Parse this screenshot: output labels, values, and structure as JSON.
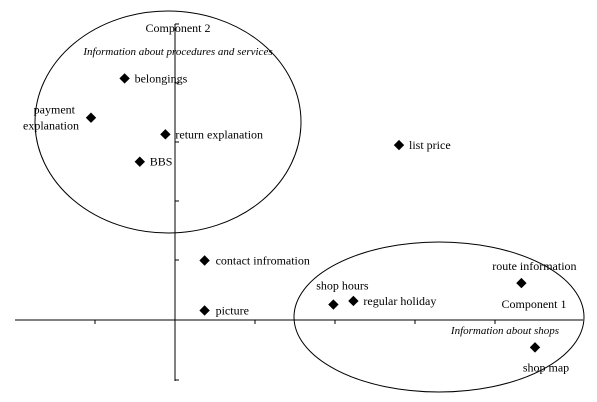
{
  "chart_data": {
    "type": "scatter",
    "title": "",
    "xlabel": "",
    "ylabel": "",
    "grid": false,
    "legend": "none",
    "colors": {
      "marker": "#000000",
      "axis": "#000000",
      "background": "#ffffff"
    },
    "points": [
      {
        "label": "belongings",
        "x": -0.63,
        "y": 2.03
      },
      {
        "label": "payment explanation",
        "x": -1.05,
        "y": 1.7
      },
      {
        "label": "return explanation",
        "x": -0.12,
        "y": 1.56
      },
      {
        "label": "BBS",
        "x": -0.44,
        "y": 1.33
      },
      {
        "label": "list price",
        "x": 2.8,
        "y": 1.47
      },
      {
        "label": "contact infromation",
        "x": 0.37,
        "y": 0.5
      },
      {
        "label": "picture",
        "x": 0.37,
        "y": 0.08
      },
      {
        "label": "shop hours",
        "x": 1.98,
        "y": 0.13
      },
      {
        "label": "regular holiday",
        "x": 2.23,
        "y": 0.16
      },
      {
        "label": "route information",
        "x": 4.33,
        "y": 0.31
      },
      {
        "label": "shop map",
        "x": 4.5,
        "y": -0.23
      }
    ],
    "groups": [
      {
        "name": "Component 2",
        "description": "Information about procedures and services"
      },
      {
        "name": "Component 1",
        "description": "Information about shops"
      }
    ]
  }
}
